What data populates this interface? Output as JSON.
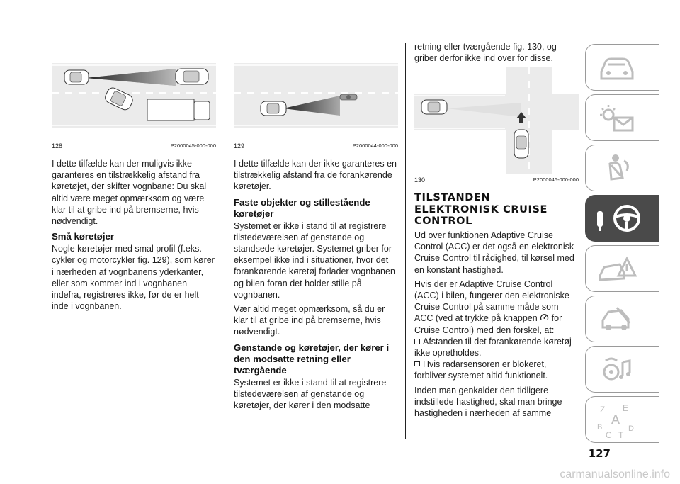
{
  "page_number": "127",
  "watermark": "carmanualsonline.info",
  "fig128": {
    "number": "128",
    "code": "P2000045-000-000"
  },
  "fig129": {
    "number": "129",
    "code": "P2000044-000-000"
  },
  "fig130": {
    "number": "130",
    "code": "P2000046-000-000"
  },
  "col1": {
    "p1": "I dette tilfælde kan der muligvis ikke garanteres en tilstrækkelig afstand fra køretøjet, der skifter vognbane: Du skal altid være meget opmærksom og være klar til at gribe ind på bremserne, hvis nødvendigt.",
    "h1": "Små køretøjer",
    "p2": "Nogle køretøjer med smal profil (f.eks. cykler og motorcykler fig. 129), som kører i nærheden af vognbanens yderkanter, eller som kommer ind i vognbanen indefra, registreres ikke, før de er helt inde i vognbanen."
  },
  "col2": {
    "p1": "I dette tilfælde kan der ikke garanteres en tilstrækkelig afstand fra de forankørende køretøjer.",
    "h1": "Faste objekter og stillestående køretøjer",
    "p2": "Systemet er ikke i stand til at registrere tilstedeværelsen af genstande og standsede køretøjer. Systemet griber for eksempel ikke ind i situationer, hvor det forankørende køretøj forlader vognbanen og bilen foran det holder stille på vognbanen.",
    "p3": "Vær altid meget opmærksom, så du er klar til at gribe ind på bremserne, hvis nødvendigt.",
    "h2": "Genstande og køretøjer, der kører i den modsatte retning eller tværgående",
    "p4": "Systemet er ikke i stand til at registrere tilstedeværelsen af genstande og køretøjer, der kører i den modsatte"
  },
  "col3": {
    "p0": "retning eller tværgående fig. 130, og griber derfor ikke ind over for disse.",
    "heading": "TILSTANDEN ELEKTRONISK CRUISE CONTROL",
    "p1": "Ud over funktionen Adaptive Cruise Control (ACC) er det også en elektronisk Cruise Control til rådighed, til kørsel med en konstant hastighed.",
    "p2a": "Hvis der er Adaptive Cruise Control (ACC) i bilen, fungerer den elektroniske Cruise Control på samme måde som ACC (ved at trykke på knappen",
    "p2b": "for Cruise Control) med den forskel, at:",
    "b1": "Afstanden til det forankørende køretøj ikke opretholdes.",
    "b2": "Hvis radarsensoren er blokeret, forbliver systemet altid funktionelt.",
    "p3": "Inden man genkalder den tidligere indstillede hastighed, skal man bringe hastigheden i nærheden af samme"
  },
  "sidebar": {
    "tabs": [
      "car-overview-icon",
      "warning-lights-icon",
      "safety-icon",
      "starting-driving-icon",
      "emergency-icon",
      "maintenance-icon",
      "multimedia-icon",
      "index-icon"
    ],
    "active_index": 3,
    "active_color": "#4a4a4a"
  }
}
